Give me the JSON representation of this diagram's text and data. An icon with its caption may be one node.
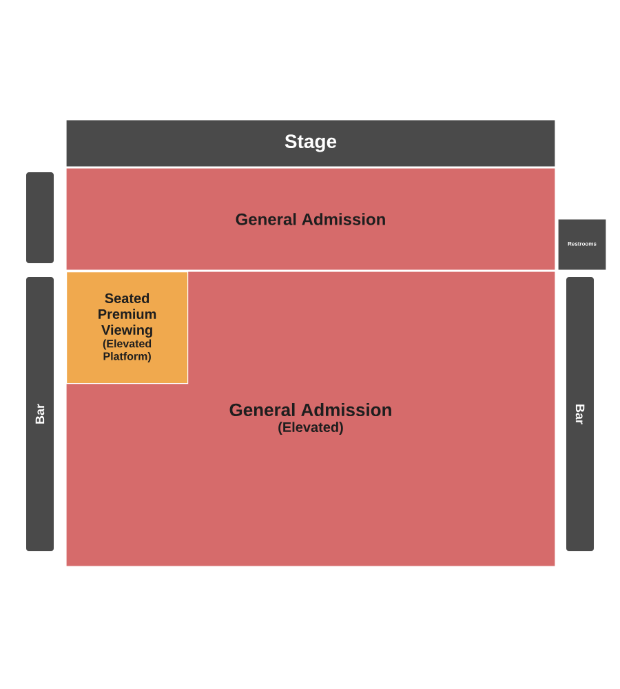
{
  "diagram": {
    "nodes": [
      {
        "text": [
          "Stage"
        ]
      },
      {
        "text": [],
        "shape": "bar"
      },
      {
        "text": [
          "General Admission"
        ]
      },
      {
        "text": [
          "Restrooms"
        ]
      },
      {
        "text": [
          "Bar"
        ]
      },
      {
        "text": [
          "General Admission",
          "(Elevated)"
        ]
      },
      {
        "text": [
          "Seated Premium Viewing",
          "(Elevated Platform)"
        ],
        "in": 5
      },
      {
        "text": [
          "Bar"
        ]
      }
    ]
  }
}
